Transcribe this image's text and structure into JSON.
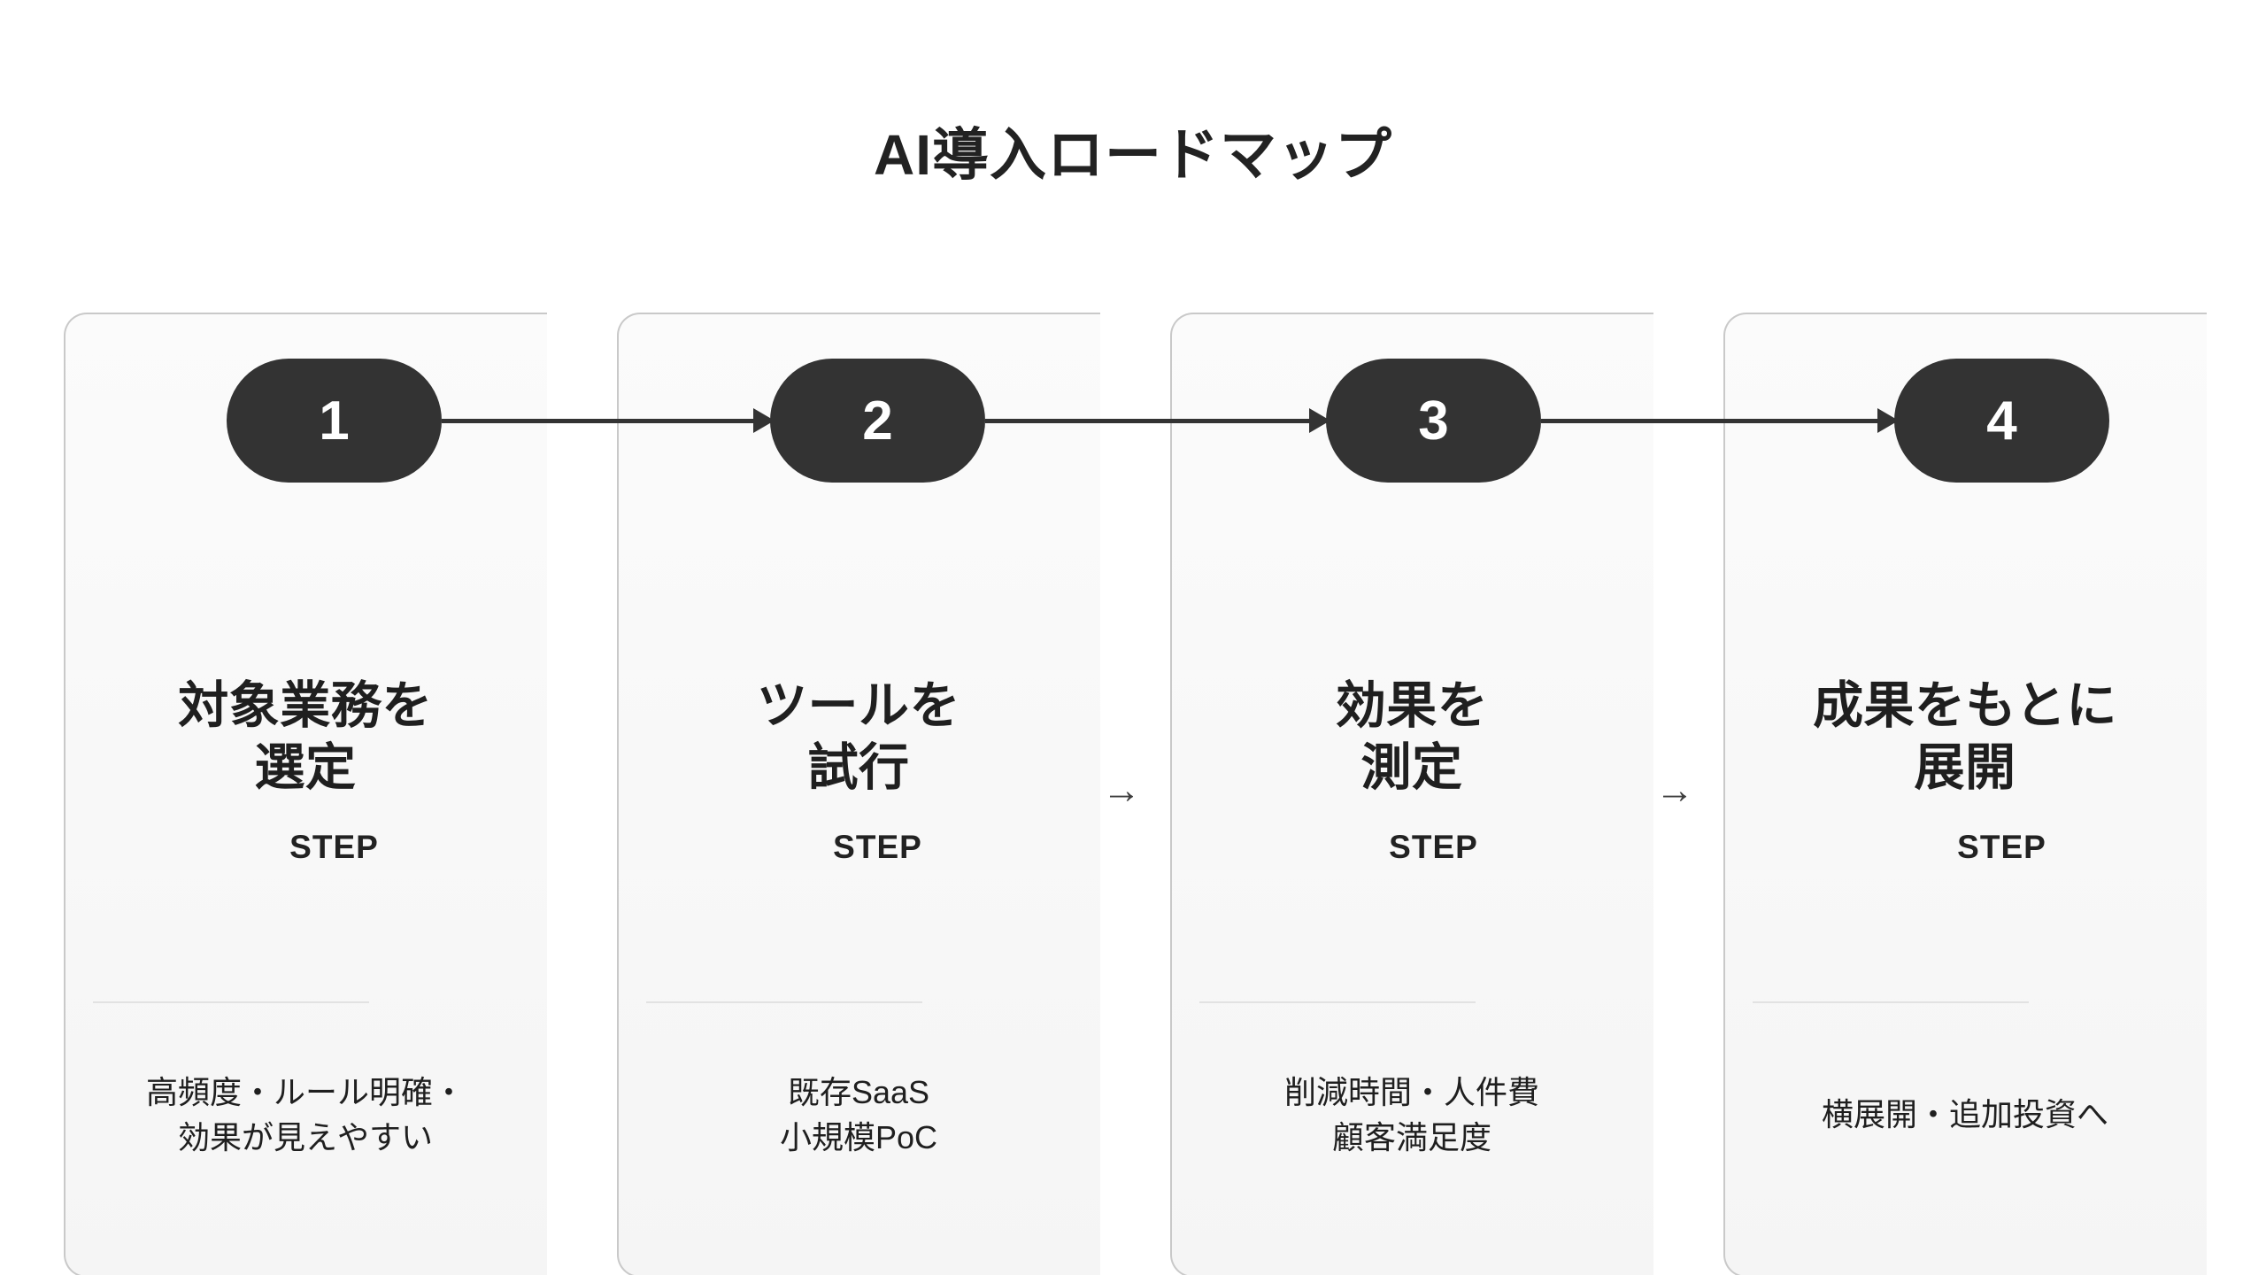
{
  "title": "AI導入ロードマップ",
  "colors": {
    "pill_bg": "#333333",
    "pill_text": "#ffffff",
    "card_border": "#c9c9c9",
    "card_bg": "#f7f7f7",
    "divider": "#e2e2e2",
    "text": "#1f1f1f",
    "connector": "#333333"
  },
  "step_label": "STEP",
  "inter_card_arrow": "→",
  "steps": [
    {
      "number": "1",
      "step_label": "STEP",
      "heading_line1": "対象業務を",
      "heading_line2": "選定",
      "note_line1": "高頻度・ルール明確・",
      "note_line2": "効果が見えやすい"
    },
    {
      "number": "2",
      "step_label": "STEP",
      "heading_line1": "ツールを",
      "heading_line2": "試行",
      "note_line1": "既存SaaS",
      "note_line2": "小規模PoC"
    },
    {
      "number": "3",
      "step_label": "STEP",
      "heading_line1": "効果を",
      "heading_line2": "測定",
      "note_line1": "削減時間・人件費",
      "note_line2": "顧客満足度"
    },
    {
      "number": "4",
      "step_label": "STEP",
      "heading_line1": "成果をもとに",
      "heading_line2": "展開",
      "note_line1": "横展開・追加投資へ",
      "note_line2": ""
    }
  ]
}
